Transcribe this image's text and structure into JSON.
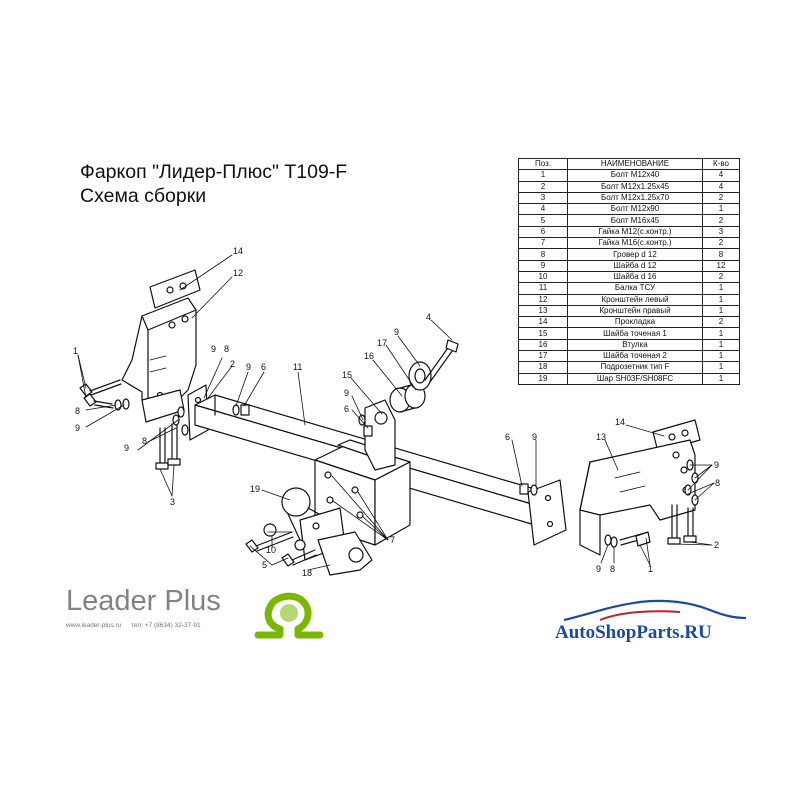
{
  "title": {
    "line1": "Фаркоп \"Лидер-Плюс\" Т109-F",
    "line2": "Схема сборки"
  },
  "parts_table": {
    "headers": [
      "Поз.",
      "НАИМЕНОВАНИЕ",
      "К-во"
    ],
    "rows": [
      {
        "pos": "1",
        "name": "Болт М12х40",
        "qty": "4"
      },
      {
        "pos": "2",
        "name": "Болт М12х1.25х45",
        "qty": "4"
      },
      {
        "pos": "3",
        "name": "Болт М12х1.25х70",
        "qty": "2"
      },
      {
        "pos": "4",
        "name": "Болт М12х90",
        "qty": "1"
      },
      {
        "pos": "5",
        "name": "Болт М16х45",
        "qty": "2"
      },
      {
        "pos": "6",
        "name": "Гайка М12(с.контр.)",
        "qty": "3"
      },
      {
        "pos": "7",
        "name": "Гайка М16(с.контр.)",
        "qty": "2"
      },
      {
        "pos": "8",
        "name": "Гровер d 12",
        "qty": "8"
      },
      {
        "pos": "9",
        "name": "Шайба d 12",
        "qty": "12"
      },
      {
        "pos": "10",
        "name": "Шайба d 16",
        "qty": "2"
      },
      {
        "pos": "11",
        "name": "Балка ТСУ",
        "qty": "1"
      },
      {
        "pos": "12",
        "name": "Кронштейн левый",
        "qty": "1"
      },
      {
        "pos": "13",
        "name": "Кронштейн правый",
        "qty": "1"
      },
      {
        "pos": "14",
        "name": "Прокладка",
        "qty": "2"
      },
      {
        "pos": "15",
        "name": "Шайба точеная 1",
        "qty": "1"
      },
      {
        "pos": "16",
        "name": "Втулка",
        "qty": "1"
      },
      {
        "pos": "17",
        "name": "Шайба точеная 2",
        "qty": "1"
      },
      {
        "pos": "18",
        "name": "Подрозетник тип F",
        "qty": "1"
      },
      {
        "pos": "19",
        "name": "Шар SH03F/SH08FC",
        "qty": "1"
      }
    ]
  },
  "callouts": {
    "n1": "1",
    "n2": "2",
    "n3": "3",
    "n4": "4",
    "n5": "5",
    "n6": "6",
    "n7": "7",
    "n8": "8",
    "n9": "9",
    "n10": "10",
    "n11": "11",
    "n12": "12",
    "n13": "13",
    "n14": "14",
    "n15": "15",
    "n16": "16",
    "n17": "17",
    "n18": "18",
    "n19": "19"
  },
  "logo": {
    "brand": "Leader Plus",
    "website": "www.leader-plus.ru",
    "phone": "тел. +7 (8634) 32-37-91",
    "brand_color": "#808285",
    "mark_color": "#7ab800"
  },
  "watermark": {
    "text": "AutoShopParts.RU",
    "color": "#1a4aa6"
  },
  "colors": {
    "line": "#111111",
    "background": "#ffffff"
  }
}
